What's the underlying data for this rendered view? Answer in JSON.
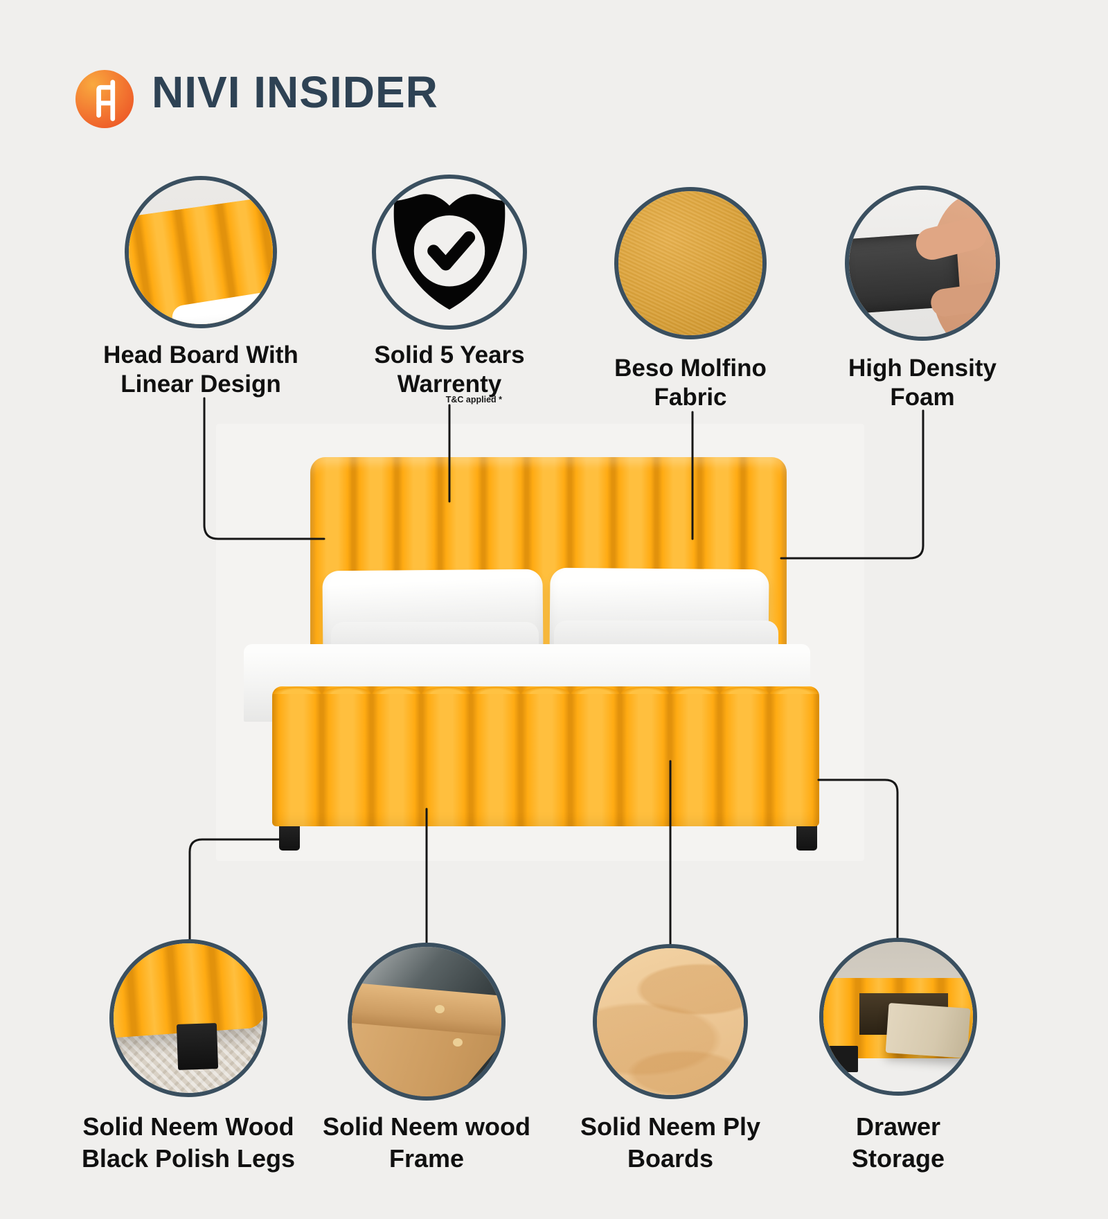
{
  "title": "NIVI INSIDER",
  "logo": {
    "icon": "chair-logo-icon",
    "bg_from": "#F9A93E",
    "bg_to": "#EA4A22"
  },
  "colors": {
    "page_bg": "#F0EFED",
    "title_text": "#2E4254",
    "label_text": "#101010",
    "circle_border": "#3A4F5F",
    "callout_line": "#161616",
    "bed_yellow": "#FFAE16",
    "bed_seam": "#E2920C"
  },
  "features_top": [
    {
      "line1": "Head Board With",
      "line2": "Linear Design",
      "image": "headboard-corner-photo"
    },
    {
      "line1": "Solid 5 Years",
      "line2": "Warrenty",
      "note": "T&C applied *",
      "image": "shield-check-icon"
    },
    {
      "line1": "Beso Molfino",
      "line2": "Fabric",
      "image": "fabric-swatch-photo"
    },
    {
      "line1": "High Density",
      "line2": "Foam",
      "image": "foam-hand-photo"
    }
  ],
  "features_bottom": [
    {
      "line1": "Solid Neem Wood",
      "line2": "Black Polish Legs",
      "image": "bed-leg-carpet-photo"
    },
    {
      "line1": "Solid Neem wood",
      "line2": "Frame",
      "image": "wood-frame-photo"
    },
    {
      "line1": "Solid Neem Ply",
      "line2": "Boards",
      "image": "plywood-texture-photo"
    },
    {
      "line1": "Drawer",
      "line2": "Storage",
      "image": "storage-drawer-photo"
    }
  ]
}
